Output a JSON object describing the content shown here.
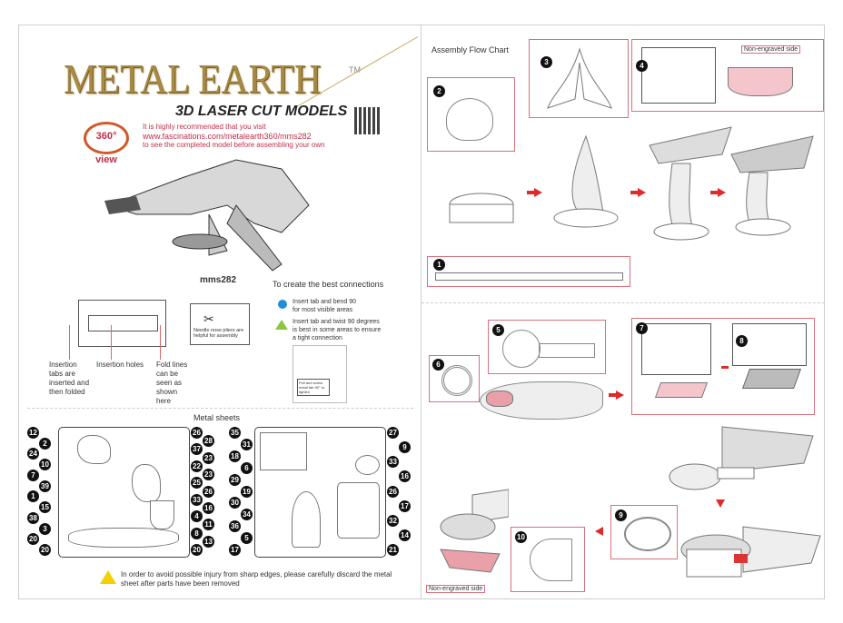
{
  "brand": {
    "logo_text": "METAL EARTH",
    "tm": "TM",
    "subtitle": "3D LASER CUT MODELS",
    "badge": "360° view"
  },
  "intro": {
    "line1": "It is highly recommended that you visit",
    "url": "www.fascinations.com/metalearth360/mms282",
    "line3": "to see the completed model before assembling your own"
  },
  "model_code": "mms282",
  "connections": {
    "title": "To create the best connections",
    "circle_text": "Insert tab and bend 90 for most visible areas",
    "triangle_text": "Insert tab and twist 90 degrees is best in some areas to ensure a tight connection",
    "twist_caption": "Pull and screw metal tab 90° to tighten",
    "colors": {
      "circle": "#1e8fd8",
      "triangle": "#8cc63f"
    }
  },
  "tips": {
    "pliers": "Needle nose pliers are helpful for assembly",
    "insertion_tabs": "Insertion tabs are inserted and then folded",
    "insertion_holes": "Insertion holes",
    "fold_lines": "Fold lines can be seen as shown here"
  },
  "sheets": {
    "title": "Metal sheets",
    "sheet1_left": [
      "12",
      "2",
      "24",
      "10",
      "7",
      "39",
      "1",
      "15",
      "38",
      "3",
      "20",
      "20"
    ],
    "sheet1_right": [
      "26",
      "28",
      "37",
      "23",
      "22",
      "23",
      "25",
      "26",
      "33",
      "16",
      "4",
      "11",
      "8",
      "13",
      "20"
    ],
    "sheet2_left": [
      "35",
      "31",
      "18",
      "6",
      "29",
      "19",
      "30",
      "34",
      "36",
      "5",
      "17"
    ],
    "sheet2_right": [
      "27",
      "9",
      "33",
      "16",
      "26",
      "17",
      "32",
      "14",
      "21"
    ]
  },
  "warning": "In order to avoid possible injury from sharp edges, please carefully discard the metal sheet after parts have been removed",
  "flow": {
    "title": "Assembly Flow Chart",
    "non_engraved": "Non-engraved side",
    "non_engraved_2": "Non-engraved side",
    "steps": [
      "1",
      "2",
      "3",
      "4",
      "5",
      "6",
      "7",
      "8",
      "9",
      "10"
    ]
  }
}
